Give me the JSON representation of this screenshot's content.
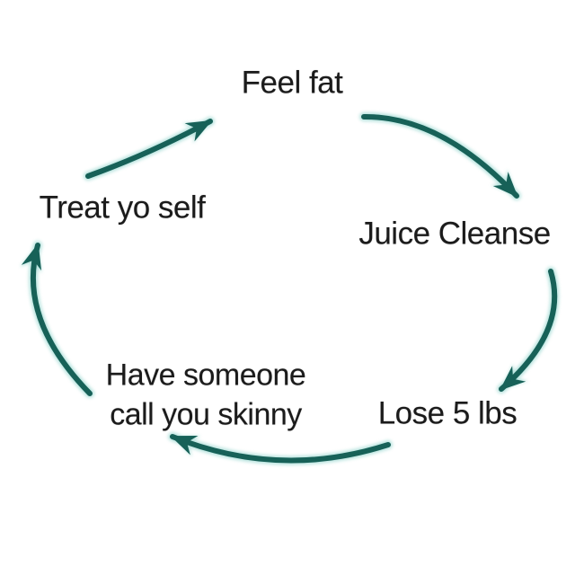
{
  "diagram": {
    "title": "diet-cycle-meme",
    "background_color": "#ffffff",
    "arrow_color": "#176158",
    "arrow_glow_color": "#93d5ce",
    "text_color": "#1b1b1b",
    "nodes": [
      {
        "id": "feel-fat",
        "lines": [
          "Feel fat"
        ]
      },
      {
        "id": "juice-cleanse",
        "lines": [
          "Juice Cleanse"
        ]
      },
      {
        "id": "lose-5-lbs",
        "lines": [
          "Lose 5 lbs"
        ]
      },
      {
        "id": "have-someone-call-you-skinny",
        "lines": [
          "Have someone",
          "call you skinny"
        ]
      },
      {
        "id": "treat-yo-self",
        "lines": [
          "Treat yo self"
        ]
      }
    ],
    "edges": [
      {
        "from": "treat-yo-self",
        "to": "feel-fat"
      },
      {
        "from": "feel-fat",
        "to": "juice-cleanse"
      },
      {
        "from": "juice-cleanse",
        "to": "lose-5-lbs"
      },
      {
        "from": "lose-5-lbs",
        "to": "have-someone-call-you-skinny"
      },
      {
        "from": "have-someone-call-you-skinny",
        "to": "treat-yo-self"
      }
    ]
  }
}
